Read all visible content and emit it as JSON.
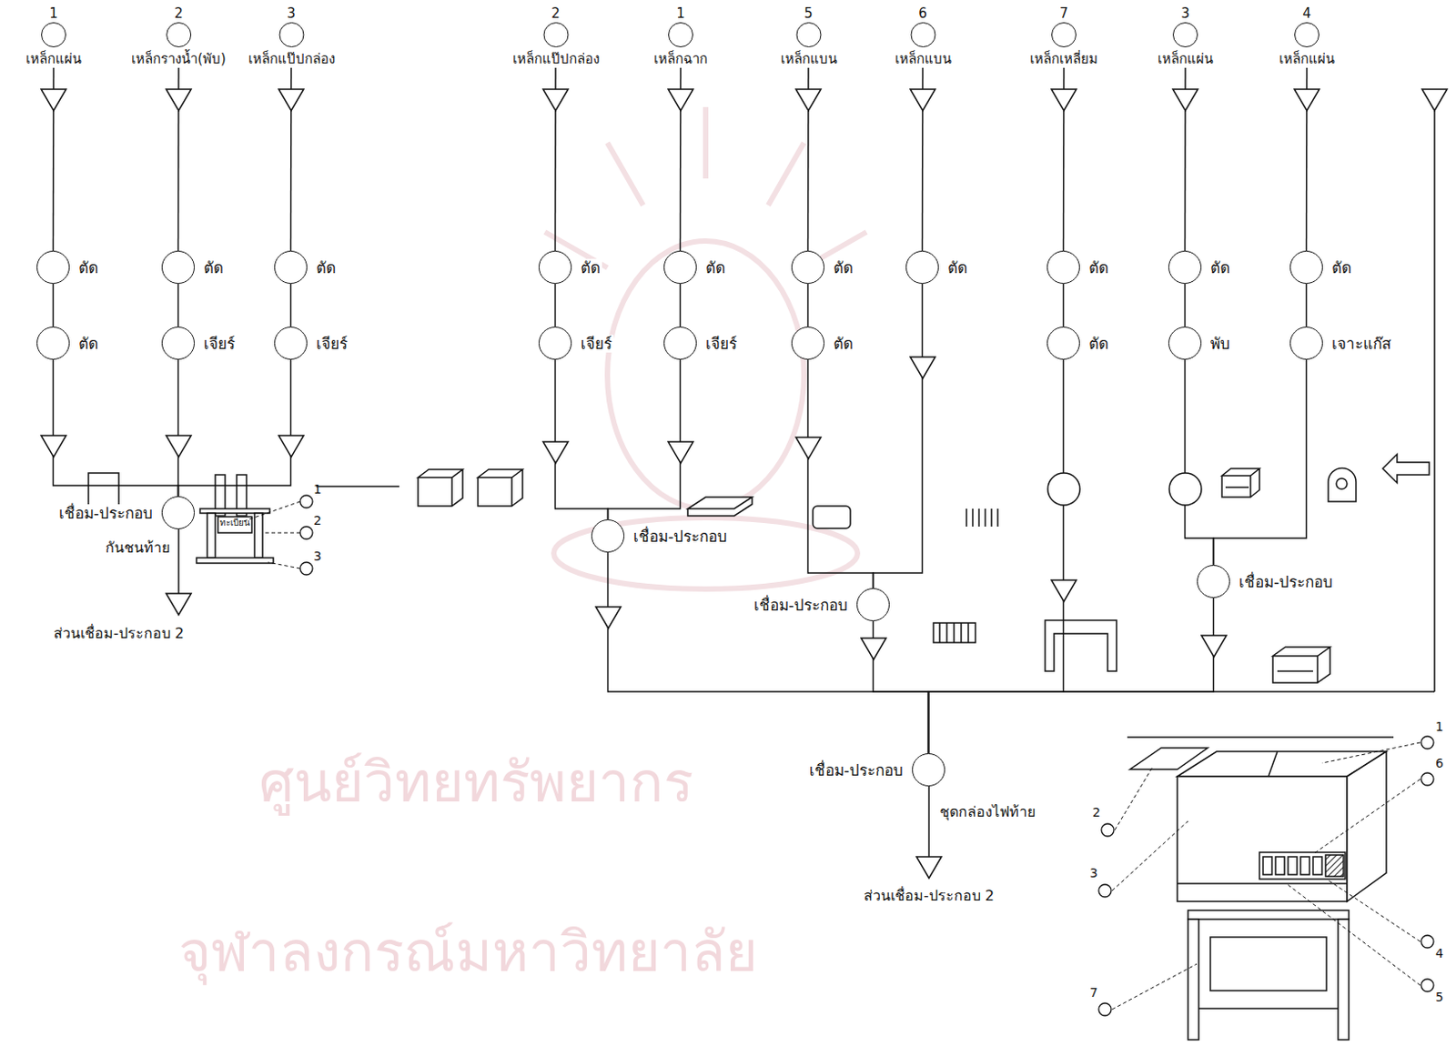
{
  "diagram": {
    "nodes": [
      {
        "text": [
          "1",
          "เหล็กแผ่น"
        ]
      },
      {
        "text": [
          "ตัด"
        ]
      },
      {
        "text": [
          "ตัด"
        ]
      },
      {
        "text": [
          "2",
          "เหล็กรางน้ำ(พับ)"
        ]
      },
      {
        "text": [
          "ตัด"
        ]
      },
      {
        "text": [
          "เจียร์"
        ]
      },
      {
        "text": [
          "3",
          "เหล็กแป๊ปกล่อง"
        ]
      },
      {
        "text": [
          "ตัด"
        ]
      },
      {
        "text": [
          "เจียร์"
        ]
      },
      {
        "text": [
          "เชื่อม-ประกอบ"
        ]
      },
      {
        "text": [
          "2",
          "เหล็กแป๊ปกล่อง"
        ]
      },
      {
        "text": [
          "ตัด"
        ]
      },
      {
        "text": [
          "เจียร์"
        ]
      },
      {
        "text": [
          "1",
          "เหล็กฉาก"
        ]
      },
      {
        "text": [
          "ตัด"
        ]
      },
      {
        "text": [
          "เจียร์"
        ]
      },
      {
        "text": [
          "5",
          "เหล็กแบน"
        ]
      },
      {
        "text": [
          "ตัด"
        ]
      },
      {
        "text": [
          "ตัด"
        ]
      },
      {
        "text": [
          "6",
          "เหล็กแบน"
        ]
      },
      {
        "text": [
          "ตัด"
        ]
      },
      {
        "text": [
          "7",
          "เหล็กเหลี่ยม"
        ]
      },
      {
        "text": [
          "ตัด"
        ]
      },
      {
        "text": [
          "ตัด"
        ]
      },
      {
        "text": [
          "3",
          "เหล็กแผ่น"
        ]
      },
      {
        "text": [
          "ตัด"
        ]
      },
      {
        "text": [
          "พับ"
        ]
      },
      {
        "text": [
          "4",
          "เหล็กแผ่น"
        ]
      },
      {
        "text": [
          "ตัด"
        ]
      },
      {
        "text": [
          "เจาะแก๊ส"
        ]
      },
      {
        "text": [
          "เชื่อม-ประกอบ"
        ]
      },
      {
        "text": [
          "เชื่อม-ประกอบ"
        ]
      },
      {
        "text": [
          "เชื่อม-ประกอบ"
        ]
      },
      {
        "text": [
          "เชื่อม-ประกอบ"
        ]
      }
    ],
    "edges": [
      {
        "from": 0,
        "to": 1,
        "arrow": "none"
      },
      {
        "from": 1,
        "to": 2,
        "arrow": "none"
      },
      {
        "from": 2,
        "to": 9,
        "arrow": "none"
      },
      {
        "from": 3,
        "to": 4,
        "arrow": "none"
      },
      {
        "from": 4,
        "to": 5,
        "arrow": "none"
      },
      {
        "from": 5,
        "to": 9,
        "arrow": "none"
      },
      {
        "from": 6,
        "to": 7,
        "arrow": "none"
      },
      {
        "from": 7,
        "to": 8,
        "arrow": "none"
      },
      {
        "from": 8,
        "to": 9,
        "arrow": "none"
      },
      {
        "from": 10,
        "to": 11,
        "arrow": "none"
      },
      {
        "from": 11,
        "to": 12,
        "arrow": "none"
      },
      {
        "from": 12,
        "to": 30,
        "arrow": "none"
      },
      {
        "from": 13,
        "to": 14,
        "arrow": "none"
      },
      {
        "from": 14,
        "to": 15,
        "arrow": "none"
      },
      {
        "from": 15,
        "to": 30,
        "arrow": "none"
      },
      {
        "from": 16,
        "to": 17,
        "arrow": "none"
      },
      {
        "from": 17,
        "to": 18,
        "arrow": "none"
      },
      {
        "from": 18,
        "to": 31,
        "arrow": "none"
      },
      {
        "from": 19,
        "to": 20,
        "arrow": "none"
      },
      {
        "from": 20,
        "to": 31,
        "arrow": "none"
      },
      {
        "from": 21,
        "to": 22,
        "arrow": "none"
      },
      {
        "from": 22,
        "to": 23,
        "arrow": "none"
      },
      {
        "from": 23,
        "to": 33,
        "arrow": "none"
      },
      {
        "from": 24,
        "to": 25,
        "arrow": "none"
      },
      {
        "from": 25,
        "to": 26,
        "arrow": "none"
      },
      {
        "from": 26,
        "to": 32,
        "arrow": "none"
      },
      {
        "from": 27,
        "to": 28,
        "arrow": "none"
      },
      {
        "from": 28,
        "to": 29,
        "arrow": "none"
      },
      {
        "from": 29,
        "to": 32,
        "arrow": "none"
      },
      {
        "from": 30,
        "to": 33,
        "arrow": "none"
      },
      {
        "from": 31,
        "to": 33,
        "arrow": "none"
      },
      {
        "from": 32,
        "to": 33,
        "arrow": "none"
      }
    ],
    "labels": [
      "ทะเบียน",
      "1",
      "2",
      "3",
      "กันชนท้าย",
      "ส่วนเชื่อม-ประกอบ 2",
      "ชุดกล่องไฟท้าย",
      "ส่วนเชื่อม-ประกอบ 2",
      "1",
      "2",
      "6",
      "3",
      "4",
      "5",
      "7",
      "ศูนย์วิทยทรัพยากร",
      "จุฬาลงกรณ์มหาวิทยาลัย"
    ]
  }
}
